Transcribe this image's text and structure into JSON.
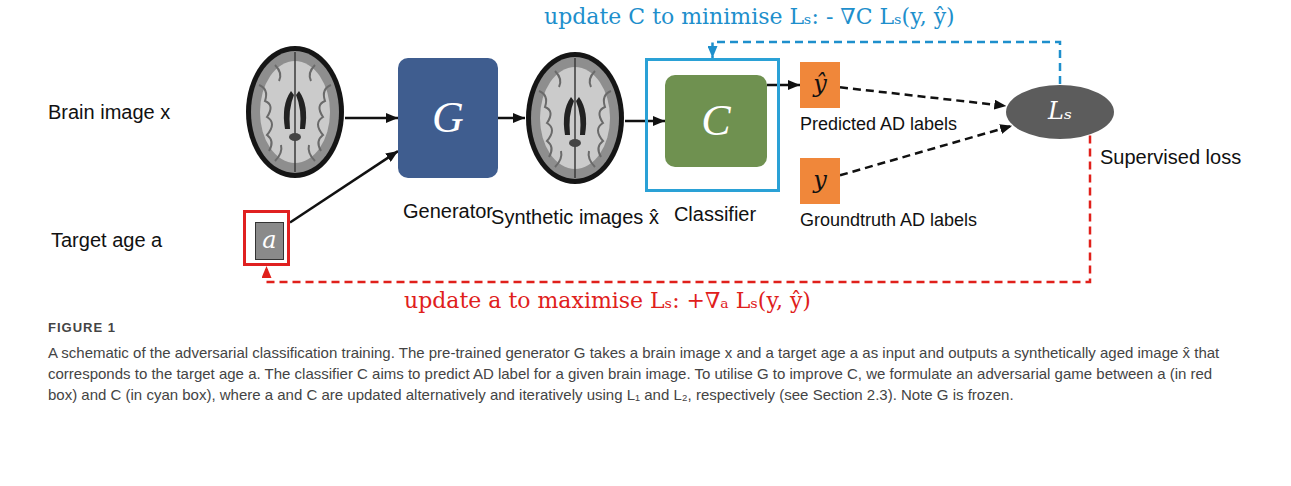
{
  "diagram": {
    "caption": "A schematic of the adversarial classification training. The pre-trained generator G takes a brain image x and a target age a as input and outputs a synthetically aged image x̂ that corresponds to the target age a. The classifier C aims to predict AD label for a given brain image. To utilise G to improve C, we formulate an adversarial game between a (in red box) and C (in cyan box), where a and C are updated alternatively and iteratively using L₁ and L₂, respectively (see Section 2.3). Note G is frozen.",
    "nodes": [
      {
        "text": [
          "Brain image x"
        ]
      },
      {
        "text": [
          "Target age a"
        ]
      },
      {
        "text": [
          "a"
        ],
        "in": 1
      },
      {
        "text": [
          "G",
          "Generator"
        ]
      },
      {
        "text": [
          "Synthetic images x̂"
        ]
      },
      {
        "text": [
          "Classifier"
        ]
      },
      {
        "text": [
          "C"
        ],
        "in": 5
      },
      {
        "text": [
          "ŷ",
          "Predicted AD labels"
        ]
      },
      {
        "text": [
          "y",
          "Groundtruth AD labels"
        ]
      },
      {
        "text": [
          "Lₛ",
          "Supervised loss"
        ]
      }
    ],
    "edges": [
      {
        "from": 0,
        "to": 3,
        "arrow": "to"
      },
      {
        "from": 1,
        "to": 3,
        "arrow": "to"
      },
      {
        "from": 3,
        "to": 4,
        "arrow": "to"
      },
      {
        "from": 4,
        "to": 6,
        "arrow": "to"
      },
      {
        "from": 6,
        "to": 7,
        "arrow": "to"
      },
      {
        "from": 7,
        "to": 9,
        "arrow": "to"
      },
      {
        "from": 8,
        "to": 9,
        "arrow": "to"
      },
      {
        "from": 9,
        "to": 5,
        "arrow": "to",
        "label": "update C to minimise Lₛ: - ∇C Lₛ(y, ŷ)"
      },
      {
        "from": 9,
        "to": 1,
        "arrow": "to",
        "label": "update a to maximise Lₛ: +∇ₐ Lₛ(y, ŷ)"
      }
    ],
    "labels": [
      "FIGURE 1"
    ]
  }
}
